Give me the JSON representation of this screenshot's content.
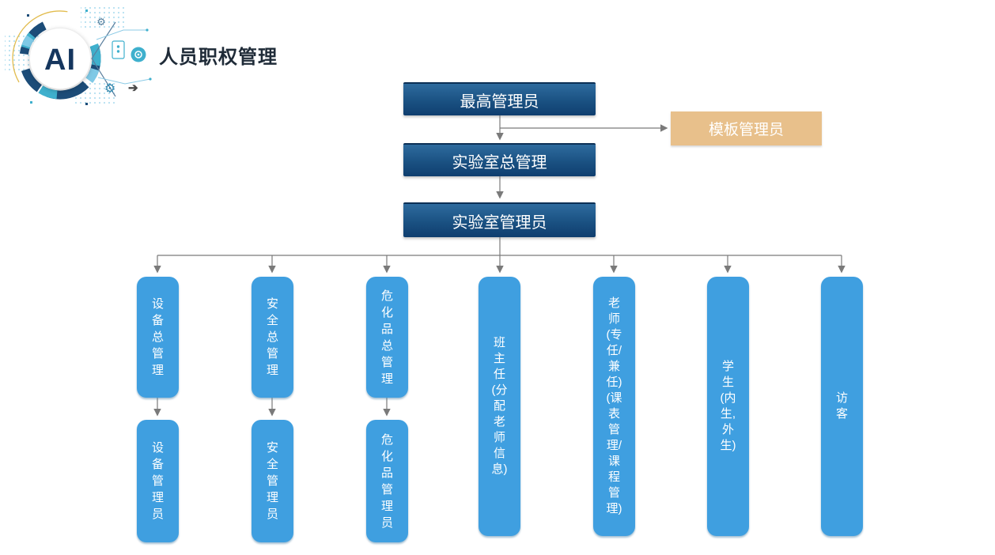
{
  "page": {
    "title": "人员职权管理"
  },
  "logo": {
    "text": "AI"
  },
  "icons": {
    "gear": "⚙",
    "arrow_right": "➔"
  },
  "chart": {
    "root": {
      "label": "最高管理员"
    },
    "template_admin": {
      "label": "模板管理员"
    },
    "lab_general": {
      "label": "实验室总管理"
    },
    "lab_admin": {
      "label": "实验室管理员"
    },
    "columns": [
      {
        "name": "equipment",
        "top": {
          "label": "设\n备\n总\n管\n理"
        },
        "bottom": {
          "label": "设\n备\n管\n理\n员"
        }
      },
      {
        "name": "safety",
        "top": {
          "label": "安\n全\n总\n管\n理"
        },
        "bottom": {
          "label": "安\n全\n管\n理\n员"
        }
      },
      {
        "name": "hazmat",
        "top": {
          "label": "危\n化\n品\n总\n管\n理"
        },
        "bottom": {
          "label": "危\n化\n品\n管\n理\n员"
        }
      },
      {
        "name": "head-teacher",
        "tall": {
          "label": "班\n主\n任\n(分\n配\n老\n师\n信\n息)"
        }
      },
      {
        "name": "teacher",
        "tall": {
          "label": "老\n师\n(专\n任/\n兼\n任)\n(课\n表\n管\n理/\n课\n程\n管\n理)"
        }
      },
      {
        "name": "student",
        "tall": {
          "label": "学\n生\n(内\n生,\n外\n生)"
        }
      },
      {
        "name": "visitor",
        "tall": {
          "label": "访\n客"
        }
      }
    ]
  },
  "colors": {
    "title_text": "#1f2b38",
    "navy_gradient_top": "#2e6b9e",
    "navy_gradient_mid": "#1a5182",
    "navy_gradient_bottom": "#0f3e6f",
    "navy_border": "#0c3056",
    "tan_box": "#e8c08b",
    "column_blue": "#3f9fe0",
    "connector_gray": "#7a7a7a",
    "box_text": "#ffffff",
    "logo_navy": "#15365e",
    "logo_teal": "#3fb0cd",
    "logo_yellow": "#e2bc4e",
    "logo_light_blue": "#aadcee"
  }
}
